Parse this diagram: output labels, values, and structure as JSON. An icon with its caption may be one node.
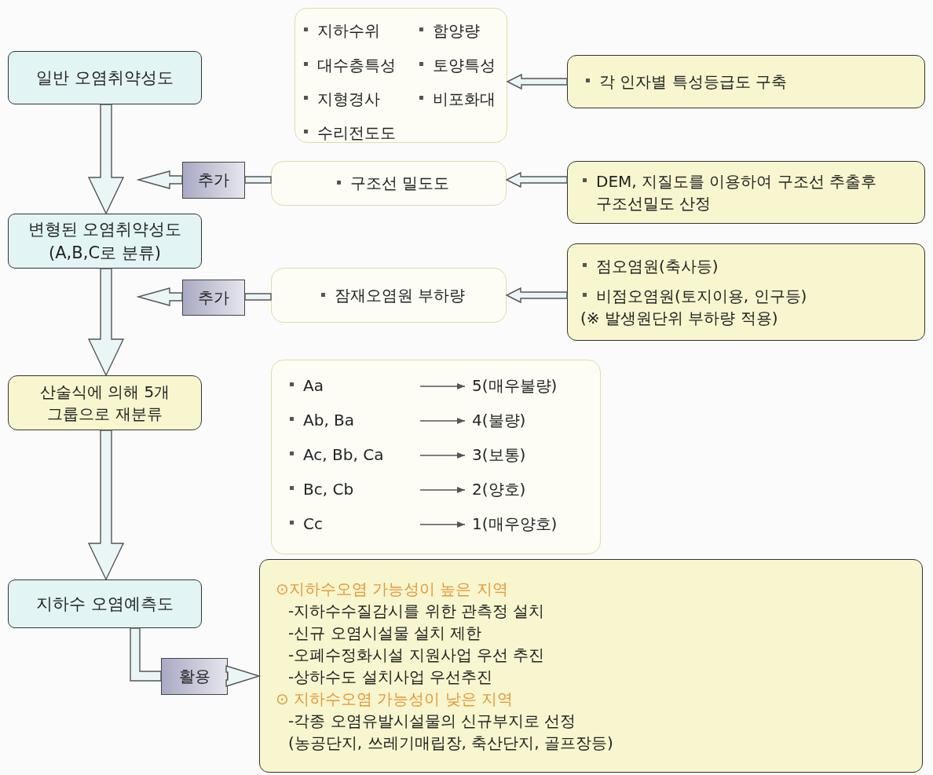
{
  "diagram": {
    "nodes": [
      {
        "text": [
          "일반 오염취약성도"
        ]
      },
      {
        "text": [
          "지하수위",
          "함양량",
          "대수층특성",
          "토양특성",
          "지형경사",
          "비포화대",
          "수리전도도"
        ]
      },
      {
        "text": [
          "각 인자별 특성등급도 구축"
        ]
      },
      {
        "text": [
          "추가"
        ]
      },
      {
        "text": [
          "구조선 밀도도"
        ]
      },
      {
        "text": [
          "DEM, 지질도를 이용하여 구조선 추출후 구조선밀도 산정"
        ]
      },
      {
        "text": [
          "변형된 오염취약성도 (A,B,C로 분류)"
        ]
      },
      {
        "text": [
          "추가"
        ]
      },
      {
        "text": [
          "잠재오염원 부하량"
        ]
      },
      {
        "text": [
          "점오염원(축사등)",
          "비점오염원(토지이용, 인구등)",
          "(※ 발생원단위 부하량 적용)"
        ]
      },
      {
        "text": [
          "산술식에 의해 5개 그룹으로 재분류"
        ]
      },
      {
        "text": [],
        "shape": "box"
      },
      {
        "text": [
          "Aa"
        ],
        "in": 11
      },
      {
        "text": [
          "5(매우불량)"
        ],
        "in": 11
      },
      {
        "text": [
          "Ab, Ba"
        ],
        "in": 11
      },
      {
        "text": [
          "4(불량)"
        ],
        "in": 11
      },
      {
        "text": [
          "Ac, Bb, Ca"
        ],
        "in": 11
      },
      {
        "text": [
          "3(보통)"
        ],
        "in": 11
      },
      {
        "text": [
          "Bc, Cb"
        ],
        "in": 11
      },
      {
        "text": [
          "2(양호)"
        ],
        "in": 11
      },
      {
        "text": [
          "Cc"
        ],
        "in": 11
      },
      {
        "text": [
          "1(매우양호)"
        ],
        "in": 11
      },
      {
        "text": [
          "지하수 오염예측도"
        ]
      },
      {
        "text": [
          "활용"
        ]
      },
      {
        "text": [
          "⊙지하수오염 가능성이 높은 지역",
          "-지하수수질감시를 위한 관측정 설치",
          "-신규 오염시설물 설치 제한",
          "-오폐수정화시설 지원사업 우선 추진",
          "-상하수도 설치사업 우선추진",
          "⊙ 지하수오염 가능성이 낮은 지역",
          "-각종 오염유발시설물의 신규부지로 선정 (농공단지, 쓰레기매립장, 축산단지, 골프장등)"
        ]
      }
    ],
    "edges": [
      {
        "from": 0,
        "to": 6,
        "arrow": "to"
      },
      {
        "from": 6,
        "to": 10,
        "arrow": "to"
      },
      {
        "from": 10,
        "to": 22,
        "arrow": "to"
      },
      {
        "from": 2,
        "to": 1,
        "arrow": "to"
      },
      {
        "from": 5,
        "to": 4,
        "arrow": "to"
      },
      {
        "from": 9,
        "to": 8,
        "arrow": "to"
      },
      {
        "from": 4,
        "to": 3,
        "arrow": "none"
      },
      {
        "from": 3,
        "to": null,
        "arrow": "to"
      },
      {
        "from": 8,
        "to": 7,
        "arrow": "none"
      },
      {
        "from": 7,
        "to": null,
        "arrow": "to"
      },
      {
        "from": 22,
        "to": 23,
        "arrow": "none"
      },
      {
        "from": 23,
        "to": 24,
        "arrow": "to"
      },
      {
        "from": 12,
        "to": 13,
        "arrow": "to"
      },
      {
        "from": 14,
        "to": 15,
        "arrow": "to"
      },
      {
        "from": 16,
        "to": 17,
        "arrow": "to"
      },
      {
        "from": 18,
        "to": 19,
        "arrow": "to"
      },
      {
        "from": 20,
        "to": 21,
        "arrow": "to"
      }
    ]
  }
}
